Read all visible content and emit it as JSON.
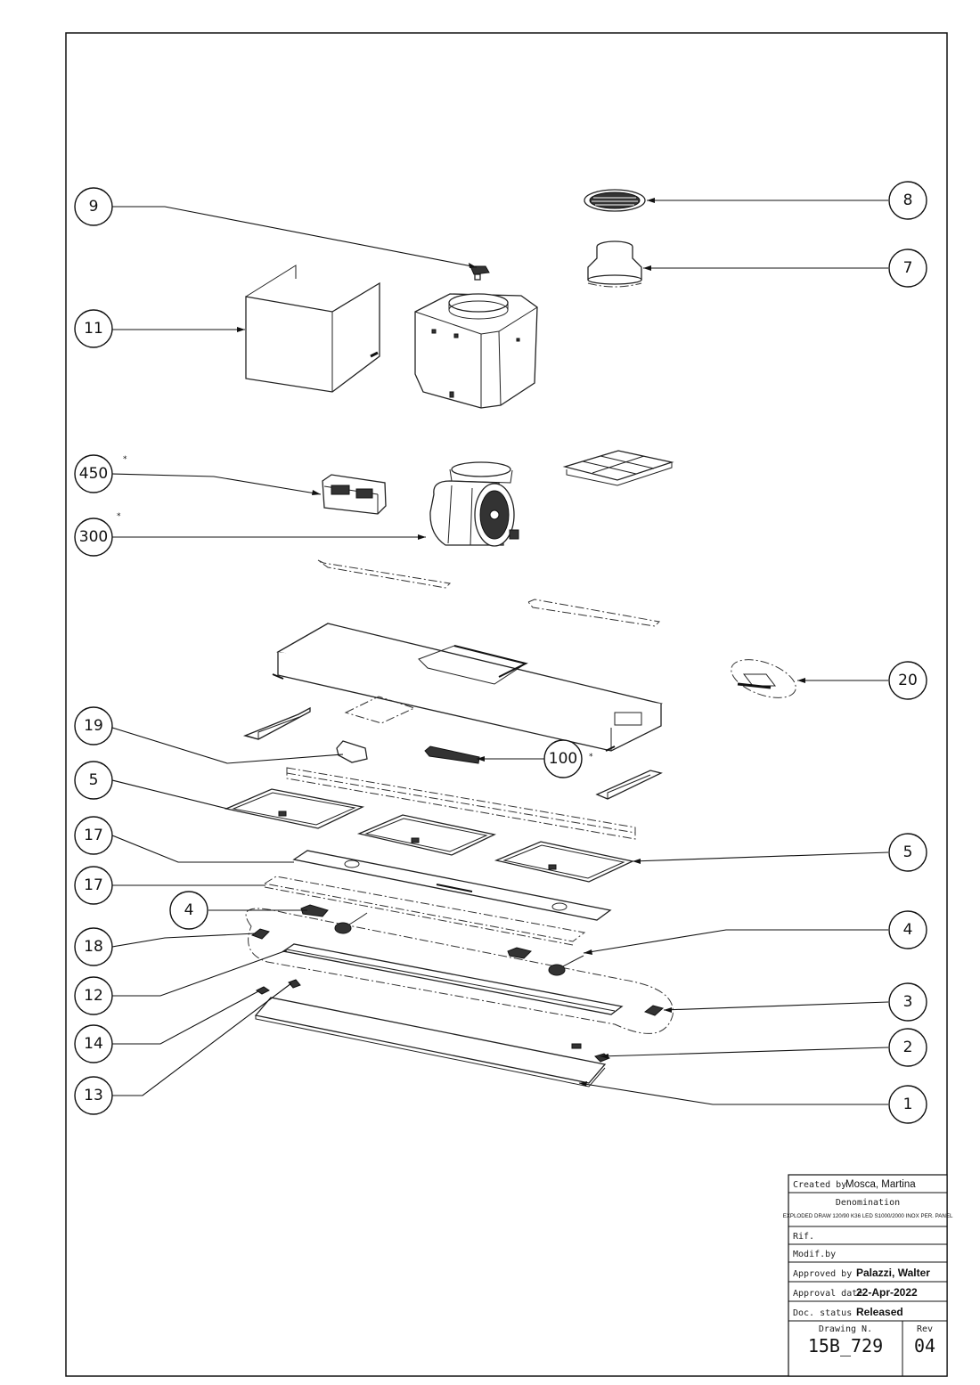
{
  "callouts": [
    {
      "id": "9",
      "label": "9"
    },
    {
      "id": "8",
      "label": "8"
    },
    {
      "id": "7",
      "label": "7"
    },
    {
      "id": "11",
      "label": "11"
    },
    {
      "id": "450",
      "label": "450",
      "star": "*"
    },
    {
      "id": "300",
      "label": "300",
      "star": "*"
    },
    {
      "id": "20",
      "label": "20"
    },
    {
      "id": "19",
      "label": "19"
    },
    {
      "id": "100",
      "label": "100",
      "star": "*"
    },
    {
      "id": "5a",
      "label": "5"
    },
    {
      "id": "5b",
      "label": "5"
    },
    {
      "id": "17a",
      "label": "17"
    },
    {
      "id": "17b",
      "label": "17"
    },
    {
      "id": "4a",
      "label": "4"
    },
    {
      "id": "4b",
      "label": "4"
    },
    {
      "id": "18",
      "label": "18"
    },
    {
      "id": "12",
      "label": "12"
    },
    {
      "id": "14",
      "label": "14"
    },
    {
      "id": "3",
      "label": "3"
    },
    {
      "id": "2",
      "label": "2"
    },
    {
      "id": "13",
      "label": "13"
    },
    {
      "id": "1",
      "label": "1"
    }
  ],
  "title_block": {
    "created_label": "Created by",
    "created_value": "Mosca, Martina",
    "denomination_label": "Denomination",
    "denomination_value": "EXPLODED DRAW 120/90 K36 LED S1000/2000 INOX PER. PANEL",
    "rif_label": "Rif.",
    "modif_label": "Modif.by",
    "approved_label": "Approved by",
    "approved_value": "Palazzi, Walter",
    "approval_date_label": "Approval date",
    "approval_date_value": "22-Apr-2022",
    "status_label": "Doc. status",
    "status_value": "Released",
    "drawing_label": "Drawing N.",
    "drawing_value": "15B_729",
    "rev_label": "Rev",
    "rev_value": "04"
  }
}
